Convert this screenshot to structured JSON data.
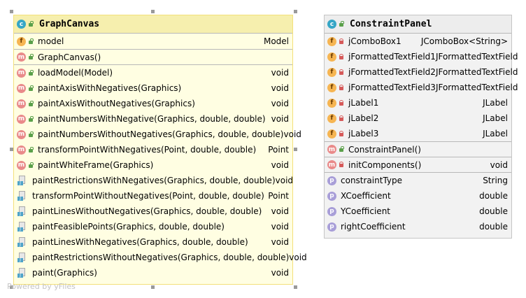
{
  "graph_canvas": {
    "title": "GraphCanvas",
    "title_badge": "c",
    "fields": [
      {
        "name": "model",
        "type": "Model",
        "badge": "f",
        "visibility": "public"
      }
    ],
    "constructors": [
      {
        "name": "GraphCanvas()",
        "type": "",
        "badge": "m",
        "visibility": "public"
      }
    ],
    "methods": [
      {
        "name": "loadModel(Model)",
        "type": "void",
        "icon": "method-public"
      },
      {
        "name": "paintAxisWithNegatives(Graphics)",
        "type": "void",
        "icon": "method-public"
      },
      {
        "name": "paintAxisWithoutNegatives(Graphics)",
        "type": "void",
        "icon": "method-public"
      },
      {
        "name": "paintNumbersWithNegative(Graphics, double, double)",
        "type": "void",
        "icon": "method-public"
      },
      {
        "name": "paintNumbersWithoutNegatives(Graphics, double, double)",
        "type": "void",
        "icon": "method-public"
      },
      {
        "name": "transformPointWithNegatives(Point, double, double)",
        "type": "Point",
        "icon": "method-public"
      },
      {
        "name": "paintWhiteFrame(Graphics)",
        "type": "void",
        "icon": "method-public"
      },
      {
        "name": "paintRestrictionsWithNegatives(Graphics, double, double)",
        "type": "void",
        "icon": "package-local"
      },
      {
        "name": "transformPointWithoutNegatives(Point, double, double)",
        "type": "Point",
        "icon": "package-local"
      },
      {
        "name": "paintLinesWithoutNegatives(Graphics, double, double)",
        "type": "void",
        "icon": "package-local"
      },
      {
        "name": "paintFeasiblePoints(Graphics, double, double)",
        "type": "void",
        "icon": "package-local"
      },
      {
        "name": "paintLinesWithNegatives(Graphics, double, double)",
        "type": "void",
        "icon": "package-local"
      },
      {
        "name": "paintRestrictionsWithoutNegatives(Graphics, double, double)",
        "type": "void",
        "icon": "package-local"
      },
      {
        "name": "paint(Graphics)",
        "type": "void",
        "icon": "package-local"
      }
    ]
  },
  "constraint_panel": {
    "title": "ConstraintPanel",
    "title_badge": "c",
    "fields": [
      {
        "name": "jComboBox1",
        "type": "JComboBox<String>",
        "badge": "f",
        "visibility": "private"
      },
      {
        "name": "jFormattedTextField1",
        "type": "JFormattedTextField",
        "badge": "f",
        "visibility": "private"
      },
      {
        "name": "jFormattedTextField2",
        "type": "JFormattedTextField",
        "badge": "f",
        "visibility": "private"
      },
      {
        "name": "jFormattedTextField3",
        "type": "JFormattedTextField",
        "badge": "f",
        "visibility": "private"
      },
      {
        "name": "jLabel1",
        "type": "JLabel",
        "badge": "f",
        "visibility": "private"
      },
      {
        "name": "jLabel2",
        "type": "JLabel",
        "badge": "f",
        "visibility": "private"
      },
      {
        "name": "jLabel3",
        "type": "JLabel",
        "badge": "f",
        "visibility": "private"
      }
    ],
    "constructors": [
      {
        "name": "ConstraintPanel()",
        "type": "",
        "badge": "m",
        "visibility": "public"
      }
    ],
    "methods": [
      {
        "name": "initComponents()",
        "type": "void",
        "badge": "m",
        "visibility": "private"
      }
    ],
    "properties": [
      {
        "name": "constraintType",
        "type": "String",
        "badge": "p"
      },
      {
        "name": "XCoefficient",
        "type": "double",
        "badge": "p"
      },
      {
        "name": "YCoefficient",
        "type": "double",
        "badge": "p"
      },
      {
        "name": "rightCoefficient",
        "type": "double",
        "badge": "p"
      }
    ]
  },
  "watermark": "Powered by yFiles"
}
